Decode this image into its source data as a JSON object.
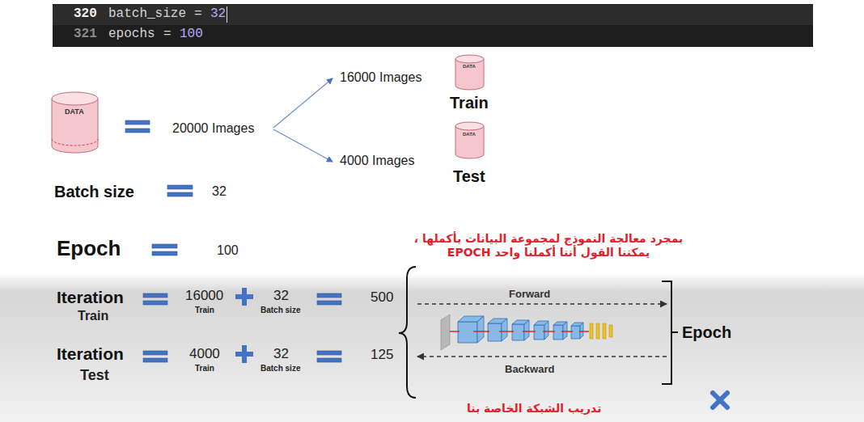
{
  "diagram": {
    "nodes": [
      {
        "text": [
          "320",
          "batch_size",
          "=",
          "32",
          "321",
          "epochs",
          "=",
          "100"
        ]
      },
      {
        "text": [
          "DATA"
        ]
      },
      {
        "text": [
          "DATA",
          "Train"
        ]
      },
      {
        "text": [
          "DATA",
          "Test"
        ]
      }
    ],
    "labels": [
      "20000 Images",
      "16000 Images",
      "4000 Images",
      "Batch size",
      "32",
      "Epoch",
      "100",
      "بمجرد معالجة النموذج لمجموعة البيانات بأكملها ، يمكننا القول أننا أكملنا واحد EPOCH",
      "Iteration",
      "Train",
      "16000",
      "Train",
      "32",
      "Batch size",
      "500",
      "Iteration",
      "Test",
      "4000",
      "Train",
      "32",
      "Batch size",
      "125",
      "Forward",
      "Backward",
      "Epoch",
      "تدريب الشبكة الخاصة بنا"
    ]
  }
}
